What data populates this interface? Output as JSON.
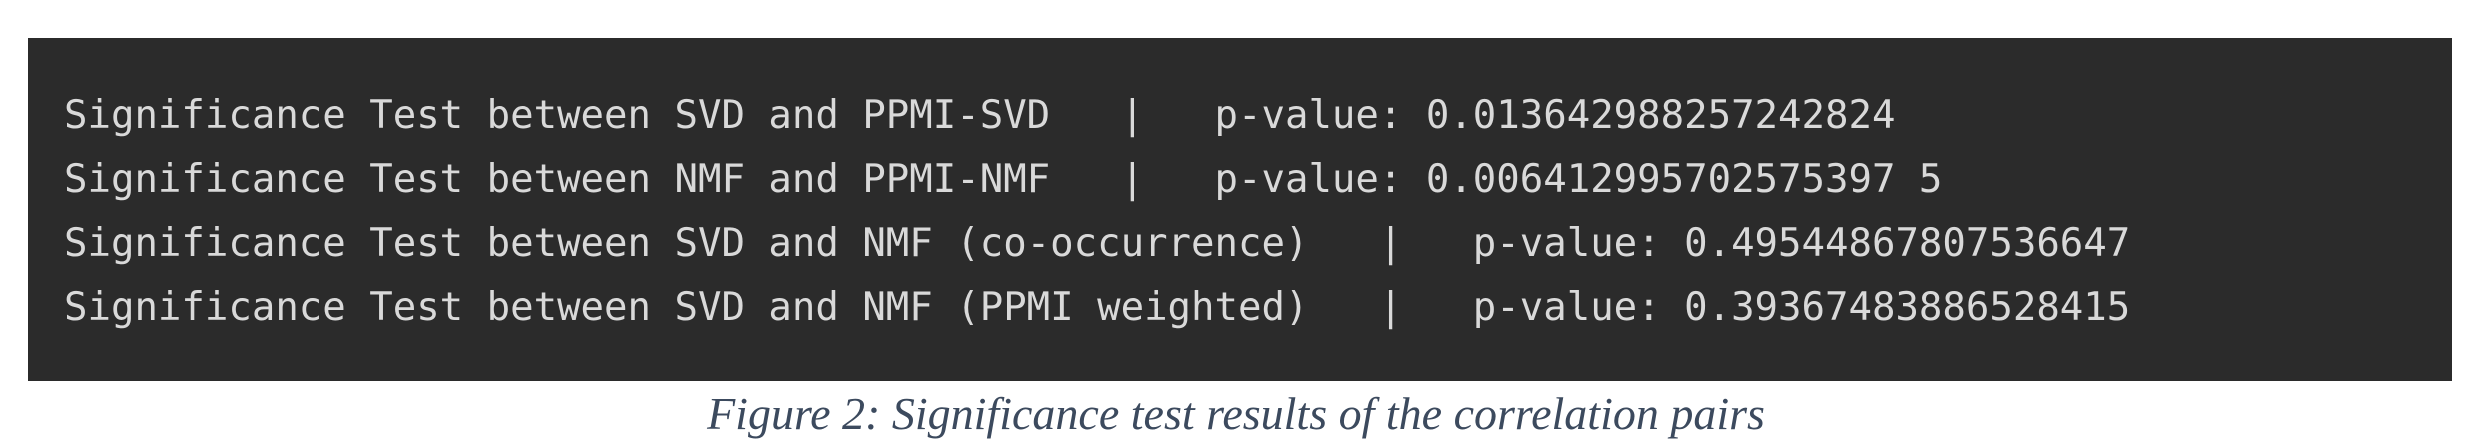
{
  "terminal": {
    "lines": [
      "Significance Test between SVD and PPMI-SVD   |   p-value: 0.013642988257242824",
      "Significance Test between NMF and PPMI-NMF   |   p-value: 0.006412995702575397 5",
      "Significance Test between SVD and NMF (co-occurrence)   |   p-value: 0.49544867807536647",
      "Significance Test between SVD and NMF (PPMI weighted)   |   p-value: 0.39367483886528415"
    ]
  },
  "caption": "Figure 2: Significance test results of the correlation pairs",
  "colors": {
    "terminal_background": "#2b2b2b",
    "terminal_text": "#d9d9d9",
    "caption_text": "#3c4a5e"
  }
}
